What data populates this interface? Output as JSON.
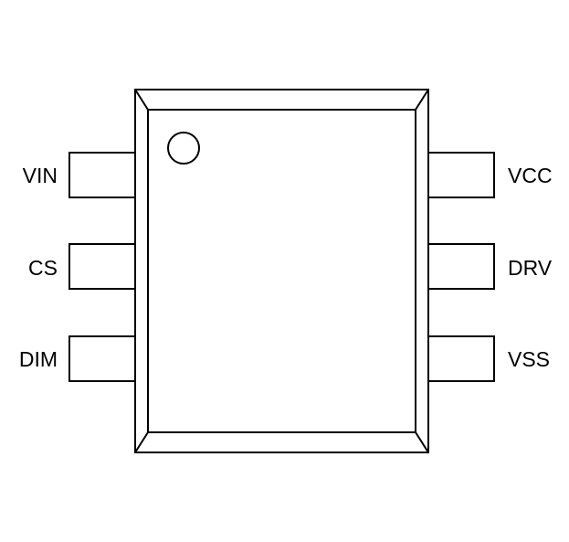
{
  "package": {
    "left_pins": [
      {
        "label": "VIN"
      },
      {
        "label": "CS"
      },
      {
        "label": "DIM"
      }
    ],
    "right_pins": [
      {
        "label": "VCC"
      },
      {
        "label": "DRV"
      },
      {
        "label": "VSS"
      }
    ],
    "line_color": "#000000"
  }
}
